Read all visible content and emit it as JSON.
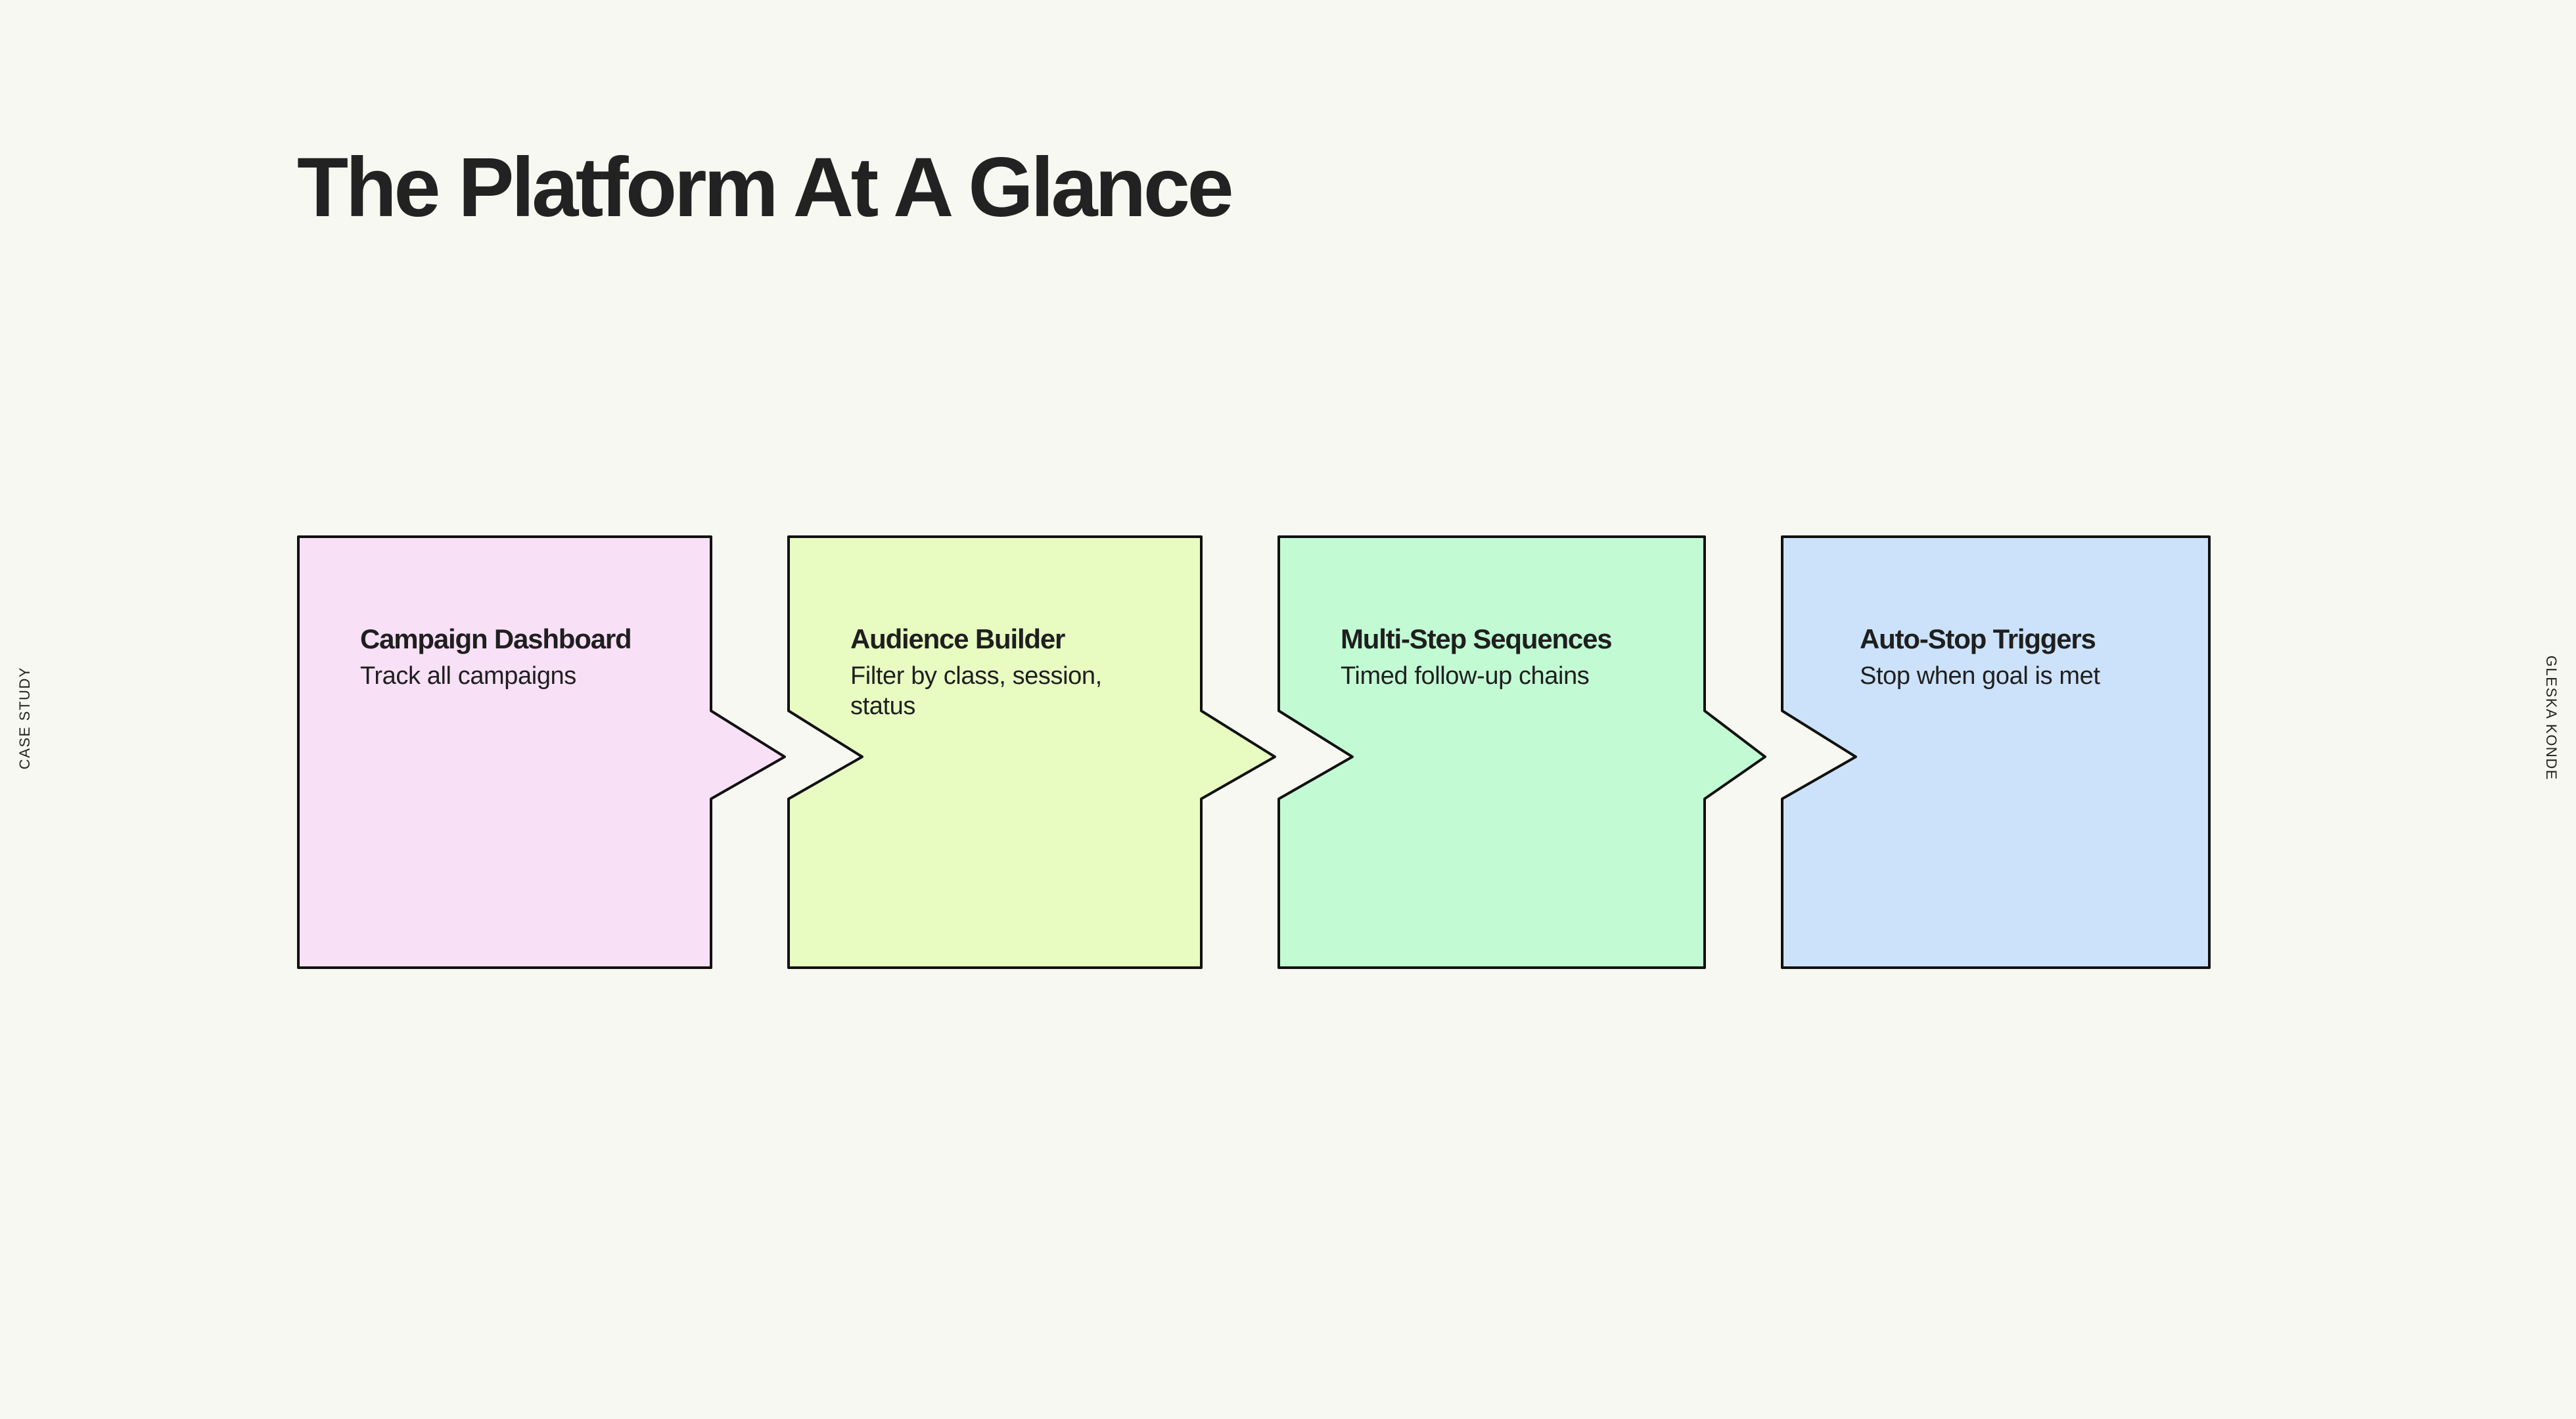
{
  "page": {
    "background_color": "#F7F8F1",
    "title": "The Platform At A Glance",
    "side_label_left": "CASE STUDY",
    "side_label_right": "GLESKA KONDE",
    "text_color": "#1F1F1F",
    "stroke_color": "#111111"
  },
  "flow": {
    "cards": [
      {
        "title": "Campaign Dashboard",
        "desc": "Track all campaigns",
        "color": "#F8E0F7",
        "has_arrow": true,
        "has_notch": false
      },
      {
        "title": "Audience Builder",
        "desc": "Filter by class, session, status",
        "color": "#E8FCC2",
        "has_arrow": true,
        "has_notch": true
      },
      {
        "title": "Multi-Step Sequences",
        "desc": "Timed follow-up chains",
        "color": "#C2FAD4",
        "has_arrow": true,
        "has_notch": true
      },
      {
        "title": "Auto-Stop Triggers",
        "desc": "Stop when goal is met",
        "color": "#CCE2FA",
        "has_arrow": false,
        "has_notch": true
      }
    ]
  }
}
